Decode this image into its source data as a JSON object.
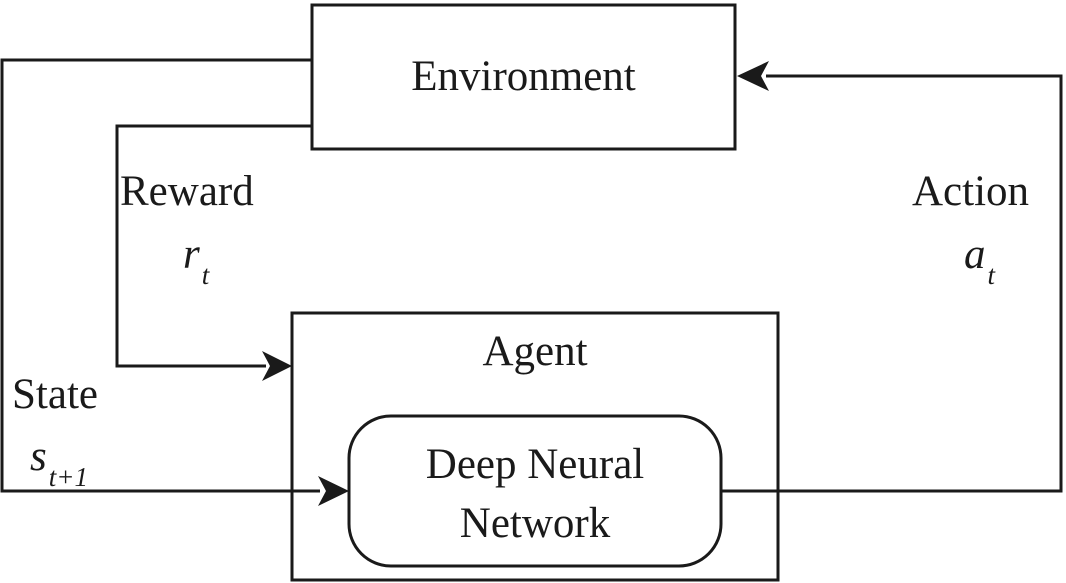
{
  "diagram": {
    "environment": {
      "label": "Environment"
    },
    "agent": {
      "label": "Agent"
    },
    "network": {
      "line1": "Deep Neural",
      "line2": "Network"
    },
    "reward": {
      "label": "Reward",
      "symbol": "r",
      "subscript": "t"
    },
    "action": {
      "label": "Action",
      "symbol": "a",
      "subscript": "t"
    },
    "state": {
      "label": "State",
      "symbol": "s",
      "subscript": "t+1"
    }
  },
  "colors": {
    "stroke": "#1a1a1a",
    "background": "#ffffff"
  }
}
